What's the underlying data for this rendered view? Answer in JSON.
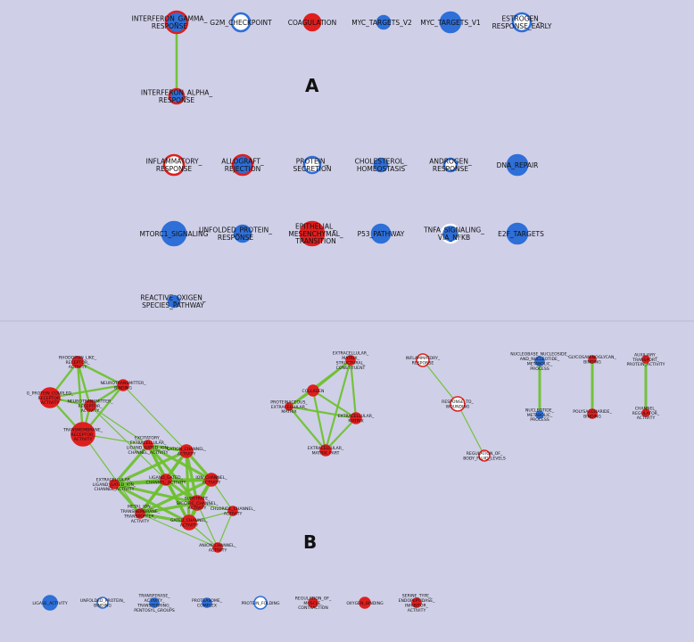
{
  "colors": {
    "red": "#e01e1e",
    "blue": "#2e6fd8",
    "edge": "#6cc12a",
    "background": "#cfcfe8"
  },
  "panels": {
    "a": "A",
    "b": "B"
  },
  "panel_a": {
    "nodes": [
      {
        "id": "ifng",
        "lines": [
          "INTERFERON_GAMMA_",
          "RESPONSE"
        ],
        "fill": "blue",
        "ring": "red"
      },
      {
        "id": "g2m",
        "lines": [
          "G2M_CHECKPOINT"
        ],
        "fill": "white",
        "ring": "blue"
      },
      {
        "id": "coag",
        "lines": [
          "COAGULATION"
        ],
        "fill": "red",
        "ring": "red"
      },
      {
        "id": "mycv2",
        "lines": [
          "MYC_TARGETS_V2"
        ],
        "fill": "blue",
        "ring": "blue"
      },
      {
        "id": "mycv1",
        "lines": [
          "MYC_TARGETS_V1"
        ],
        "fill": "blue",
        "ring": "blue"
      },
      {
        "id": "estr",
        "lines": [
          "ESTROGEN_",
          "RESPONSE_EARLY"
        ],
        "fill": "white",
        "ring": "blue"
      },
      {
        "id": "ifna",
        "lines": [
          "INTERFERON_ALPHA_",
          "RESPONSE"
        ],
        "fill": "blue",
        "ring": "red"
      },
      {
        "id": "infl",
        "lines": [
          "INFLAMMATORY_",
          "RESPONSE"
        ],
        "fill": "white",
        "ring": "red"
      },
      {
        "id": "allo",
        "lines": [
          "ALLOGRAFT_",
          "REJECTION"
        ],
        "fill": "blue",
        "ring": "red"
      },
      {
        "id": "prot",
        "lines": [
          "PROTEIN_",
          "SECRETION"
        ],
        "fill": "white",
        "ring": "blue"
      },
      {
        "id": "chol",
        "lines": [
          "CHOLESTEROL_",
          "HOMEOSTASIS"
        ],
        "fill": "blue",
        "ring": "blue"
      },
      {
        "id": "andr",
        "lines": [
          "ANDROGEN_",
          "RESPONSE"
        ],
        "fill": "white",
        "ring": "blue"
      },
      {
        "id": "dna",
        "lines": [
          "DNA_REPAIR"
        ],
        "fill": "blue",
        "ring": "blue"
      },
      {
        "id": "mtor",
        "lines": [
          "MTORC1_SIGNALING"
        ],
        "fill": "blue",
        "ring": "blue"
      },
      {
        "id": "unf",
        "lines": [
          "UNFOLDED_PROTEIN_",
          "RESPONSE"
        ],
        "fill": "blue",
        "ring": "blue"
      },
      {
        "id": "emt",
        "lines": [
          "EPITHELIAL_",
          "MESENCHYMAL_",
          "TRANSITION"
        ],
        "fill": "red",
        "ring": "red"
      },
      {
        "id": "p53",
        "lines": [
          "P53_PATHWAY"
        ],
        "fill": "blue",
        "ring": "blue"
      },
      {
        "id": "tnfa",
        "lines": [
          "TNFA_SIGNALING_",
          "VIA_NFKB"
        ],
        "fill": "blue",
        "ring": "white"
      },
      {
        "id": "e2f",
        "lines": [
          "E2F_TARGETS"
        ],
        "fill": "blue",
        "ring": "blue"
      },
      {
        "id": "ros",
        "lines": [
          "REACTIVE_OXIGEN_",
          "SPECIES_PATHWAY"
        ],
        "fill": "blue",
        "ring": "blue"
      }
    ],
    "edges": [
      [
        "ifng",
        "ifna"
      ]
    ]
  },
  "panel_b": {
    "nodes": [
      {
        "id": "rhod",
        "lines": [
          "RHODOPSIN_LIKE_",
          "RECEPTOR_",
          "ACTIVITY"
        ],
        "fill": "red",
        "ring": "red"
      },
      {
        "id": "gpcr",
        "lines": [
          "G_PROTEIN_COUPLED_",
          "RECEPTOR_",
          "ACTIVITY"
        ],
        "fill": "red",
        "ring": "red"
      },
      {
        "id": "neurb",
        "lines": [
          "NEUROTRANSMITTER_",
          "BINDING"
        ],
        "fill": "red",
        "ring": "red"
      },
      {
        "id": "neurr",
        "lines": [
          "NEUROTRANSMITTER_",
          "RECEPTOR_",
          "ACTIVITY"
        ],
        "fill": "red",
        "ring": "red"
      },
      {
        "id": "tmr",
        "lines": [
          "TRANSMEMBRANE_",
          "RECEPTOR_",
          "ACTIVITY"
        ],
        "fill": "red",
        "ring": "red"
      },
      {
        "id": "exlig",
        "lines": [
          "EXCITATORY_",
          "EXTRACELLULAR_",
          "LIGAND_GATED_ION_",
          "CHANNEL_ACTIVITY"
        ],
        "fill": "red",
        "ring": "red"
      },
      {
        "id": "cation",
        "lines": [
          "CATION_CHANNEL_",
          "ACTIVITY"
        ],
        "fill": "red",
        "ring": "red"
      },
      {
        "id": "exlg2",
        "lines": [
          "EXTRACELLULAR_",
          "LIGAND_GATED_ION_",
          "CHANNEL_ACTIVITY"
        ],
        "fill": "red",
        "ring": "red"
      },
      {
        "id": "ligch",
        "lines": [
          "LIGAND_GATED_",
          "CHANNEL_ACTIVITY"
        ],
        "fill": "red",
        "ring": "red"
      },
      {
        "id": "ionch",
        "lines": [
          "ION_CHANNEL_",
          "ACTIVITY"
        ],
        "fill": "red",
        "ring": "red"
      },
      {
        "id": "metal",
        "lines": [
          "METAL_ION_",
          "TRANSMEMBRANE_",
          "TRANSPORTER_",
          "ACTIVITY"
        ],
        "fill": "red",
        "ring": "red"
      },
      {
        "id": "subst",
        "lines": [
          "SUBSTRATE_",
          "SPECIFIC_CHANNEL_",
          "ACTIVITY"
        ],
        "fill": "red",
        "ring": "red"
      },
      {
        "id": "gated",
        "lines": [
          "GATED_CHANNEL_",
          "ACTIVITY"
        ],
        "fill": "red",
        "ring": "red"
      },
      {
        "id": "chlor",
        "lines": [
          "CHLORIDE_CHANNEL_",
          "ACTIVITY"
        ],
        "fill": "red",
        "ring": "red"
      },
      {
        "id": "anion",
        "lines": [
          "ANION_CHANNEL_",
          "ACTIVITY"
        ],
        "fill": "red",
        "ring": "red"
      },
      {
        "id": "ecmsc",
        "lines": [
          "EXTRACELLULAR_",
          "MATRIX_",
          "STRUCTURAL_",
          "CONSTITUENT"
        ],
        "fill": "red",
        "ring": "red"
      },
      {
        "id": "collag",
        "lines": [
          "COLLAGEN"
        ],
        "fill": "red",
        "ring": "red"
      },
      {
        "id": "proteo",
        "lines": [
          "PROTEINACEOUS_",
          "EXTRACELLULAR_",
          "MATRIX"
        ],
        "fill": "red",
        "ring": "red"
      },
      {
        "id": "ecm",
        "lines": [
          "EXTRACELLULAR_",
          "MATRIX"
        ],
        "fill": "red",
        "ring": "red"
      },
      {
        "id": "ecmp",
        "lines": [
          "EXTRACELLULAR_",
          "MATRIX_PART"
        ],
        "fill": "red",
        "ring": "red"
      },
      {
        "id": "inflb",
        "lines": [
          "INFLAMMATORY_",
          "RESPONSE"
        ],
        "fill": "white",
        "ring": "red"
      },
      {
        "id": "wound",
        "lines": [
          "RESPONSE_TO_",
          "WOUNDING"
        ],
        "fill": "white",
        "ring": "red"
      },
      {
        "id": "fluid",
        "lines": [
          "REGULATION_OF_",
          "BODY_FLUID_LEVELS"
        ],
        "fill": "white",
        "ring": "red"
      },
      {
        "id": "nucbase",
        "lines": [
          "NUCLEOBASE_NUCLEOSIDE_",
          "AND_NUCLEOTIDE_",
          "METABOLIC_",
          "PROCESS"
        ],
        "fill": "blue",
        "ring": "blue"
      },
      {
        "id": "nucmet",
        "lines": [
          "NUCLEOTIDE_",
          "METABOLIC_",
          "PROCESS"
        ],
        "fill": "blue",
        "ring": "blue"
      },
      {
        "id": "glyco",
        "lines": [
          "GLYCOSAMINOGLYCAN_",
          "BINDING"
        ],
        "fill": "red",
        "ring": "red"
      },
      {
        "id": "polys",
        "lines": [
          "POLYSACCHARIDE_",
          "BINDING"
        ],
        "fill": "red",
        "ring": "red"
      },
      {
        "id": "aux",
        "lines": [
          "AUXILIARY_",
          "TRANSPORT_",
          "PROTEIN_ACTIVITY"
        ],
        "fill": "red",
        "ring": "red"
      },
      {
        "id": "chreg",
        "lines": [
          "CHANNEL_",
          "REGULATOR_",
          "ACTIVITY"
        ],
        "fill": "red",
        "ring": "red"
      },
      {
        "id": "ligase",
        "lines": [
          "LIGASE_ACTIVITY"
        ],
        "fill": "blue",
        "ring": "blue"
      },
      {
        "id": "unfb",
        "lines": [
          "UNFOLDED_PROTEIN_",
          "BINDING"
        ],
        "fill": "white",
        "ring": "blue"
      },
      {
        "id": "transf",
        "lines": [
          "TRANSFERASE_",
          "ACTIVITY_",
          "TRANSFERRING_",
          "PENTOSYL_GROUPS"
        ],
        "fill": "blue",
        "ring": "blue"
      },
      {
        "id": "protea",
        "lines": [
          "PROTEASOME_",
          "COMPLEX"
        ],
        "fill": "blue",
        "ring": "blue"
      },
      {
        "id": "pfold",
        "lines": [
          "PROTEIN_FOLDING"
        ],
        "fill": "white",
        "ring": "blue"
      },
      {
        "id": "regmus",
        "lines": [
          "REGULATION_OF_",
          "MUSCLE_",
          "CONTRACTION"
        ],
        "fill": "red",
        "ring": "red"
      },
      {
        "id": "oxy",
        "lines": [
          "OXYGEN_BINDING"
        ],
        "fill": "red",
        "ring": "red"
      },
      {
        "id": "serine",
        "lines": [
          "SERINE_TYPE_",
          "ENDOPEPTIDASE_",
          "INHIBITOR_",
          "ACTIVITY"
        ],
        "fill": "red",
        "ring": "red"
      }
    ],
    "edges": [
      [
        "rhod",
        "gpcr"
      ],
      [
        "rhod",
        "neurb"
      ],
      [
        "rhod",
        "neurr"
      ],
      [
        "rhod",
        "tmr"
      ],
      [
        "gpcr",
        "neurb"
      ],
      [
        "gpcr",
        "neurr"
      ],
      [
        "gpcr",
        "tmr"
      ],
      [
        "neurb",
        "neurr"
      ],
      [
        "neurb",
        "tmr"
      ],
      [
        "neurr",
        "tmr"
      ],
      [
        "tmr",
        "exlig"
      ],
      [
        "neurr",
        "exlig"
      ],
      [
        "neurr",
        "ligch"
      ],
      [
        "neurb",
        "cation"
      ],
      [
        "tmr",
        "metal"
      ],
      [
        "exlig",
        "cation"
      ],
      [
        "exlig",
        "exlg2"
      ],
      [
        "exlig",
        "ligch"
      ],
      [
        "exlig",
        "ionch"
      ],
      [
        "exlig",
        "subst"
      ],
      [
        "exlig",
        "gated"
      ],
      [
        "cation",
        "exlg2"
      ],
      [
        "cation",
        "ligch"
      ],
      [
        "cation",
        "ionch"
      ],
      [
        "cation",
        "subst"
      ],
      [
        "cation",
        "gated"
      ],
      [
        "cation",
        "metal"
      ],
      [
        "exlg2",
        "ligch"
      ],
      [
        "exlg2",
        "ionch"
      ],
      [
        "exlg2",
        "subst"
      ],
      [
        "exlg2",
        "gated"
      ],
      [
        "exlg2",
        "metal"
      ],
      [
        "ligch",
        "ionch"
      ],
      [
        "ligch",
        "subst"
      ],
      [
        "ligch",
        "gated"
      ],
      [
        "ligch",
        "metal"
      ],
      [
        "ionch",
        "subst"
      ],
      [
        "ionch",
        "gated"
      ],
      [
        "ionch",
        "chlor"
      ],
      [
        "ionch",
        "metal"
      ],
      [
        "subst",
        "gated"
      ],
      [
        "subst",
        "chlor"
      ],
      [
        "subst",
        "anion"
      ],
      [
        "subst",
        "metal"
      ],
      [
        "gated",
        "chlor"
      ],
      [
        "gated",
        "anion"
      ],
      [
        "gated",
        "metal"
      ],
      [
        "chlor",
        "anion"
      ],
      [
        "metal",
        "anion"
      ],
      [
        "ecmsc",
        "collag"
      ],
      [
        "ecmsc",
        "proteo"
      ],
      [
        "ecmsc",
        "ecm"
      ],
      [
        "ecmsc",
        "ecmp"
      ],
      [
        "collag",
        "proteo"
      ],
      [
        "collag",
        "ecm"
      ],
      [
        "collag",
        "ecmp"
      ],
      [
        "proteo",
        "ecm"
      ],
      [
        "proteo",
        "ecmp"
      ],
      [
        "ecm",
        "ecmp"
      ],
      [
        "inflb",
        "wound"
      ],
      [
        "wound",
        "fluid"
      ],
      [
        "nucbase",
        "nucmet"
      ],
      [
        "glyco",
        "polys"
      ],
      [
        "aux",
        "chreg"
      ]
    ]
  }
}
